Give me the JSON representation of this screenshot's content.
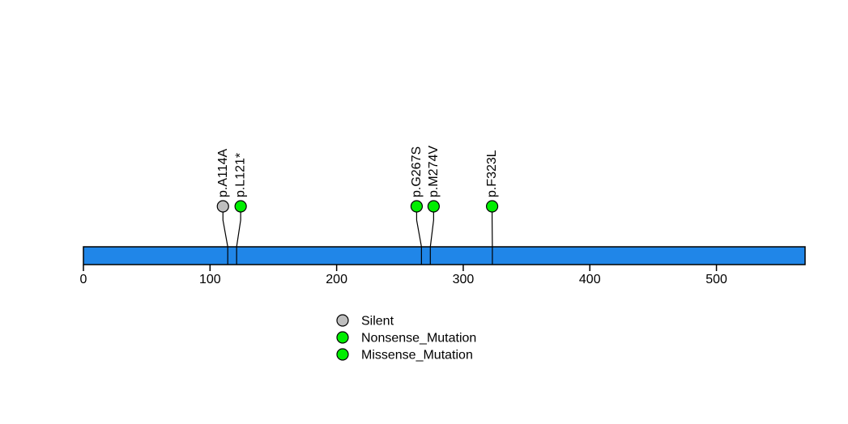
{
  "chart_data": {
    "type": "lollipop",
    "title": "",
    "protein_length": 570,
    "axis_ticks": [
      0,
      100,
      200,
      300,
      400,
      500
    ],
    "axis_range": [
      0,
      570
    ],
    "grid": false,
    "bar_color": "#2086E8",
    "bar_border_color": "#000000",
    "marker_border_color": "#000000",
    "mutations": [
      {
        "label": "p.A114A",
        "position": 114,
        "display_x": 110.2,
        "type": "Silent",
        "color": "#BEBEBE"
      },
      {
        "label": "p.L121*",
        "position": 121,
        "display_x": 124.2,
        "type": "Nonsense_Mutation",
        "color": "#00EE00"
      },
      {
        "label": "p.G267S",
        "position": 267,
        "display_x": 263.2,
        "type": "Missense_Mutation",
        "color": "#00EE00"
      },
      {
        "label": "p.M274V",
        "position": 274,
        "display_x": 276.6,
        "type": "Missense_Mutation",
        "color": "#00EE00"
      },
      {
        "label": "p.F323L",
        "position": 323,
        "display_x": 322.8,
        "type": "Missense_Mutation",
        "color": "#00EE00"
      }
    ],
    "legend": {
      "position": "bottom-center",
      "items": [
        {
          "label": "Silent",
          "color": "#BEBEBE"
        },
        {
          "label": "Nonsense_Mutation",
          "color": "#00EE00"
        },
        {
          "label": "Missense_Mutation",
          "color": "#00EE00"
        }
      ]
    }
  }
}
